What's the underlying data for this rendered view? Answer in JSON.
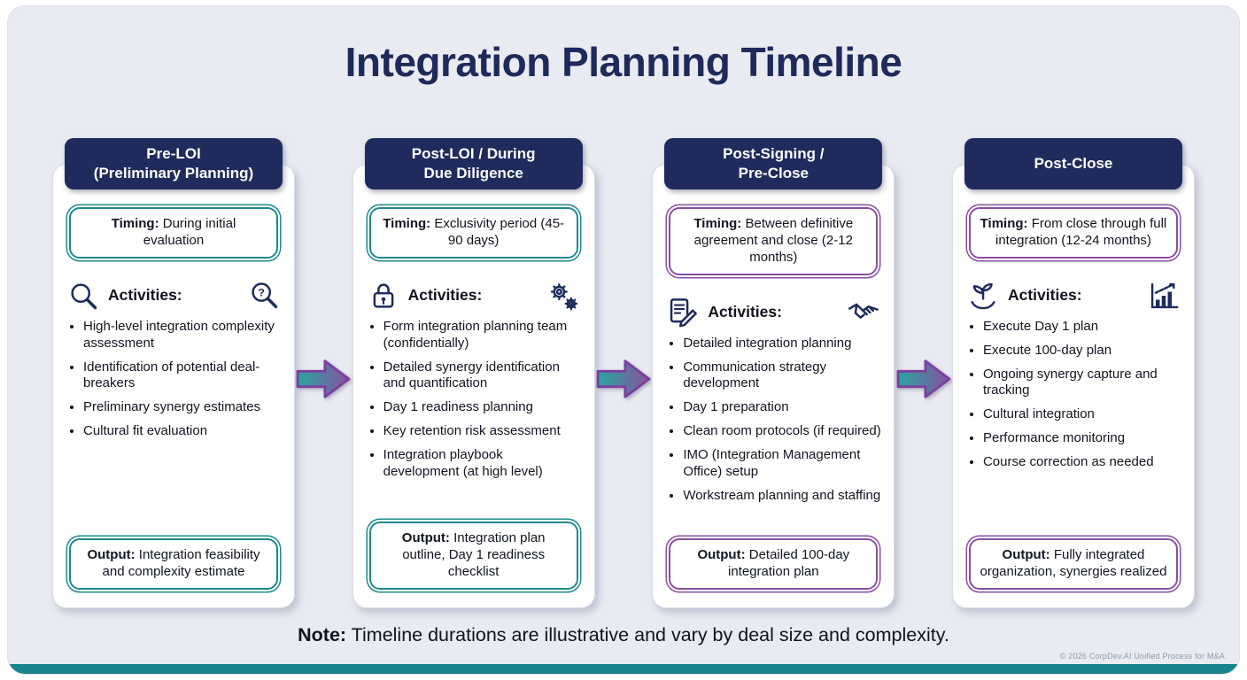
{
  "title": "Integration Planning Timeline",
  "note": {
    "label": "Note:",
    "text": "Timeline durations are illustrative and vary by deal size and complexity."
  },
  "footer_credit": "© 2026 CorpDev.AI Unified Process for M&A",
  "colors": {
    "navy": "#1e2b5c",
    "teal": "#1f8a8e",
    "purple": "#8a4fa0",
    "background": "#e9ebf2",
    "arrow_teal": "#27a79f",
    "arrow_purple": "#7b3f9e"
  },
  "phases": [
    {
      "header": "Pre-LOI\n(Preliminary Planning)",
      "accent": "teal",
      "timing_label": "Timing:",
      "timing": "During initial evaluation",
      "activities_label": "Activities:",
      "icon_left": "search-icon",
      "icon_right": "search-question-icon",
      "activities": [
        "High-level integration complexity assessment",
        "Identification of potential deal-breakers",
        "Preliminary synergy estimates",
        "Cultural fit evaluation"
      ],
      "output_label": "Output:",
      "output": "Integration feasibility and complexity estimate"
    },
    {
      "header": "Post-LOI / During\nDue Diligence",
      "accent": "teal",
      "timing_label": "Timing:",
      "timing": "Exclusivity period (45-90 days)",
      "activities_label": "Activities:",
      "icon_left": "lock-icon",
      "icon_right": "gears-icon",
      "activities": [
        "Form integration planning team (confidentially)",
        "Detailed synergy identification and quantification",
        "Day 1 readiness planning",
        "Key retention risk assessment",
        "Integration playbook development (at high level)"
      ],
      "output_label": "Output:",
      "output": "Integration plan outline, Day 1 readiness checklist"
    },
    {
      "header": "Post-Signing /\nPre-Close",
      "accent": "purple",
      "timing_label": "Timing:",
      "timing": "Between definitive agreement and close (2-12 months)",
      "activities_label": "Activities:",
      "icon_left": "document-pen-icon",
      "icon_right": "handshake-icon",
      "activities": [
        "Detailed integration planning",
        "Communication strategy development",
        "Day 1 preparation",
        "Clean room protocols (if required)",
        "IMO (Integration Management Office) setup",
        "Workstream planning and staffing"
      ],
      "output_label": "Output:",
      "output": "Detailed 100-day integration plan"
    },
    {
      "header": "Post-Close",
      "accent": "purple",
      "timing_label": "Timing:",
      "timing": "From close through full integration (12-24 months)",
      "activities_label": "Activities:",
      "icon_left": "plant-hand-icon",
      "icon_right": "growth-chart-icon",
      "activities": [
        "Execute Day 1 plan",
        "Execute 100-day plan",
        "Ongoing synergy capture and tracking",
        "Cultural integration",
        "Performance monitoring",
        "Course correction as needed"
      ],
      "output_label": "Output:",
      "output": "Fully integrated organization, synergies realized"
    }
  ]
}
